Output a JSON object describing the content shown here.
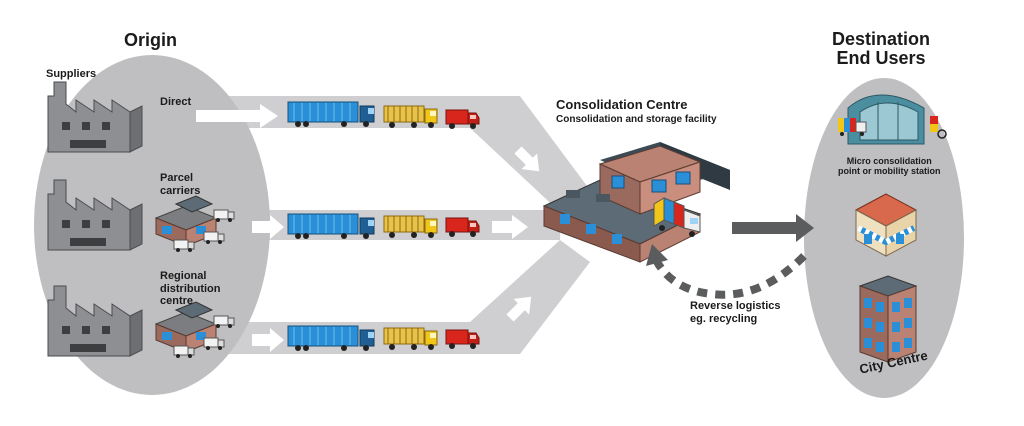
{
  "origin": {
    "title": "Origin",
    "suppliers": "Suppliers",
    "routes": {
      "direct": "Direct",
      "parcel": "Parcel\ncarriers",
      "regional": "Regional\ndistribution\ncentre"
    }
  },
  "consolidation": {
    "title": "Consolidation Centre",
    "subtitle": "Consolidation and storage facility"
  },
  "reverse": {
    "label": "Reverse logistics\neg. recycling"
  },
  "destination": {
    "title": "Destination\nEnd Users",
    "micro": "Micro consolidation\npoint or mobility station",
    "city": "City Centre"
  },
  "colors": {
    "ellipse": "#bfbfc1",
    "band": "#cfcfd1",
    "arrow_dark": "#5a5c5e",
    "truck_blue": "#2a8fd6",
    "truck_yellow": "#f2c619",
    "truck_red": "#d9261c",
    "building_brick": "#9a6a5e",
    "roof_dark": "#3d4b55"
  }
}
